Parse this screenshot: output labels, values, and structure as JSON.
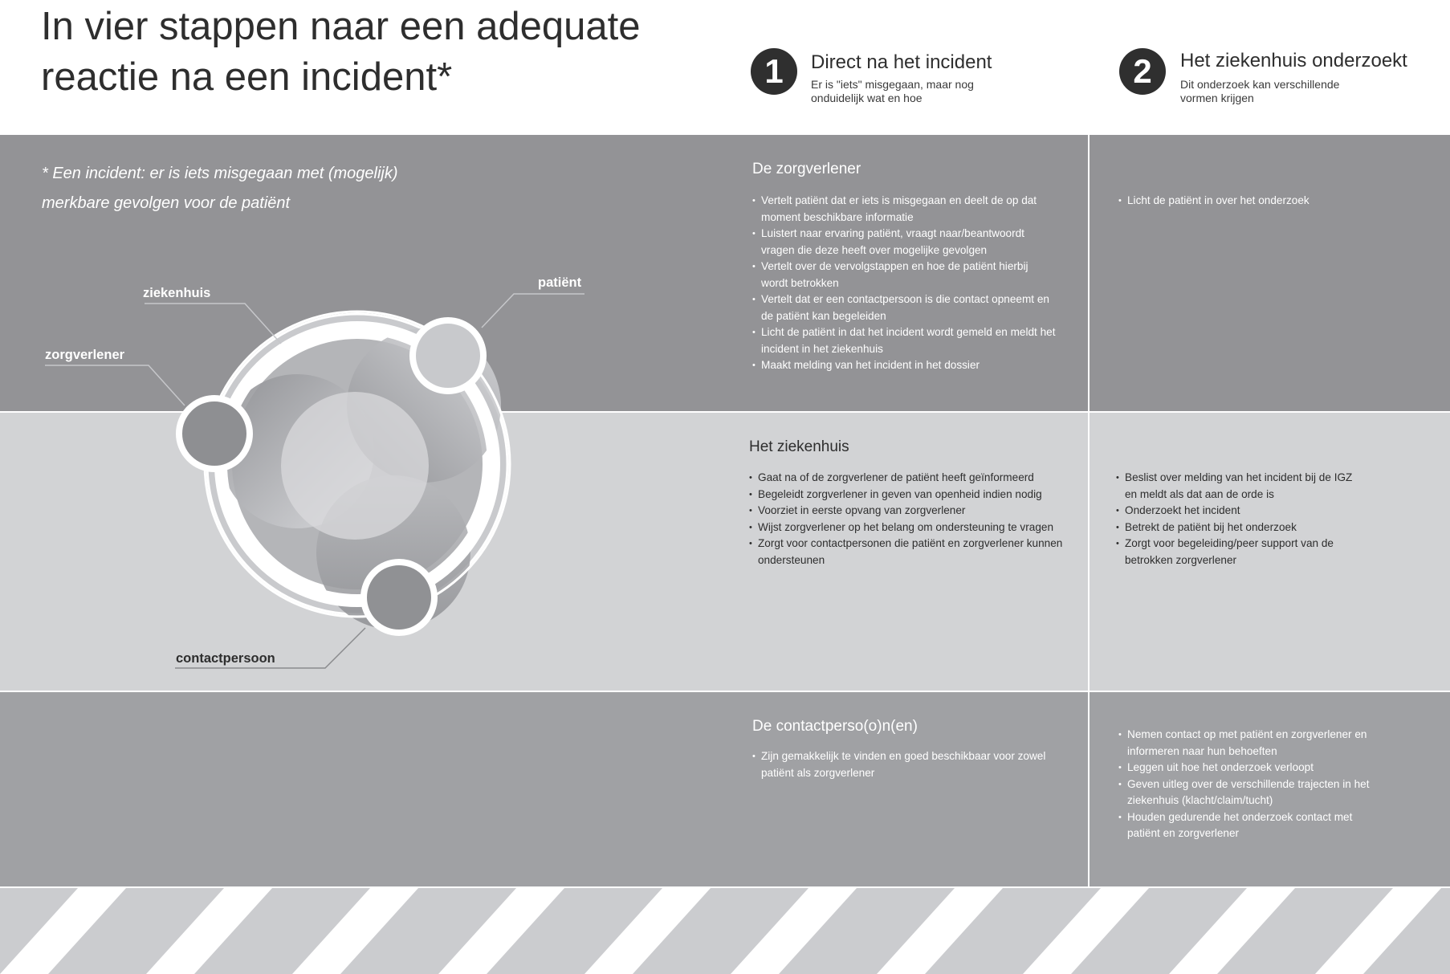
{
  "title": "In vier stappen naar een adequate reactie na een incident*",
  "steps": [
    {
      "number": "1",
      "title": "Direct na het incident",
      "subtitle": "Er is \"iets\" misgegaan, maar nog onduidelijk wat en hoe"
    },
    {
      "number": "2",
      "title": "Het ziekenhuis onderzoekt",
      "subtitle": "Dit onderzoek kan verschillende vormen krijgen"
    }
  ],
  "footnote": "* Een incident: er is iets misgegaan met (mogelijk) merkbare gevolgen voor de patiënt",
  "diagram": {
    "labels": {
      "ziekenhuis": "ziekenhuis",
      "zorgverlener": "zorgverlener",
      "patient": "patiënt",
      "contactpersoon": "contactpersoon"
    }
  },
  "rows": [
    {
      "title": "De zorgverlener",
      "step1": [
        "Vertelt patiënt dat er iets is misgegaan en deelt de op dat moment beschikbare informatie",
        "Luistert naar ervaring patiënt, vraagt naar/beantwoordt vragen die deze heeft over mogelijke gevolgen",
        "Vertelt over de vervolgstappen en hoe de patiënt hierbij wordt betrokken",
        "Vertelt dat er een contactpersoon is die contact opneemt en de patiënt kan begeleiden",
        "Licht de patiënt in dat het incident wordt gemeld en meldt het incident in het ziekenhuis",
        "Maakt melding van het incident in het dossier"
      ],
      "step2": [
        "Licht de patiënt in over het onderzoek"
      ]
    },
    {
      "title": "Het ziekenhuis",
      "step1": [
        "Gaat na of de zorgverlener de patiënt heeft geïnformeerd",
        "Begeleidt zorgverlener in geven van openheid indien nodig",
        "Voorziet in eerste opvang van zorgverlener",
        "Wijst zorgverlener op het belang om ondersteuning te vragen",
        "Zorgt voor contactpersonen die patiënt en zorgverlener kunnen ondersteunen"
      ],
      "step2": [
        "Beslist over melding van het incident bij de IGZ en meldt als dat aan de orde is",
        "Onderzoekt het incident",
        "Betrekt de patiënt bij het onderzoek",
        "Zorgt voor begeleiding/peer support van de betrokken zorgverlener"
      ]
    },
    {
      "title": "De contactperso(o)n(en)",
      "step1": [
        "Zijn gemakkelijk te vinden en goed beschikbaar voor zowel patiënt als zorgverlener"
      ],
      "step2": [
        "Nemen contact op met patiënt en zorgverlener en informeren naar hun behoeften",
        "Leggen uit hoe het onderzoek verloopt",
        "Geven uitleg over de verschillende trajecten in het ziekenhuis (klacht/claim/tucht)",
        "Houden gedurende het onderzoek contact met patiënt en zorgverlener"
      ]
    }
  ],
  "colors": {
    "row_dark": "#939396",
    "row_light": "#d2d3d5",
    "row_mid": "#a0a1a4",
    "heading": "#2e2e2e"
  }
}
